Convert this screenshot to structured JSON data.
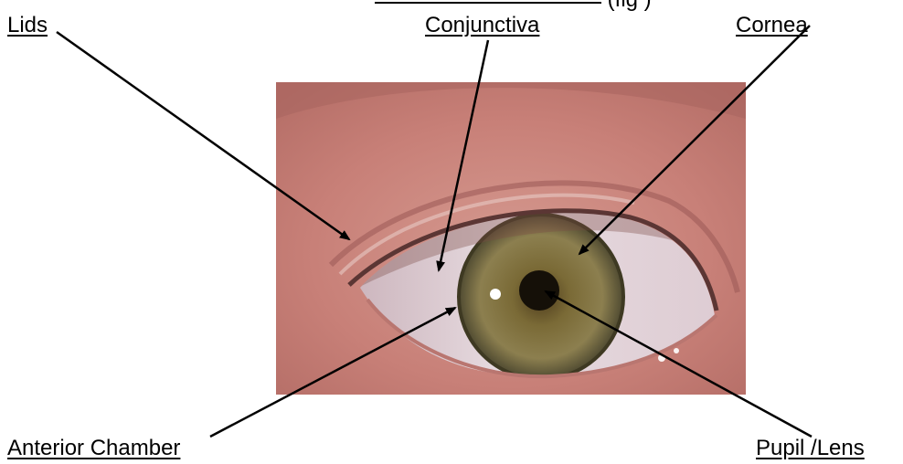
{
  "title_fragment": "(fig  )",
  "labels": {
    "lids": "Lids",
    "conjunctiva": "Conjunctiva",
    "cornea": "Cornea",
    "anterior_chamber": "Anterior Chamber",
    "pupil_lens": "Pupil /Lens"
  },
  "colors": {
    "skin": "#c8857d",
    "sclera": "#e4d6da",
    "iris": "#7d7449",
    "pupil": "#151008",
    "arrow": "#000000"
  }
}
